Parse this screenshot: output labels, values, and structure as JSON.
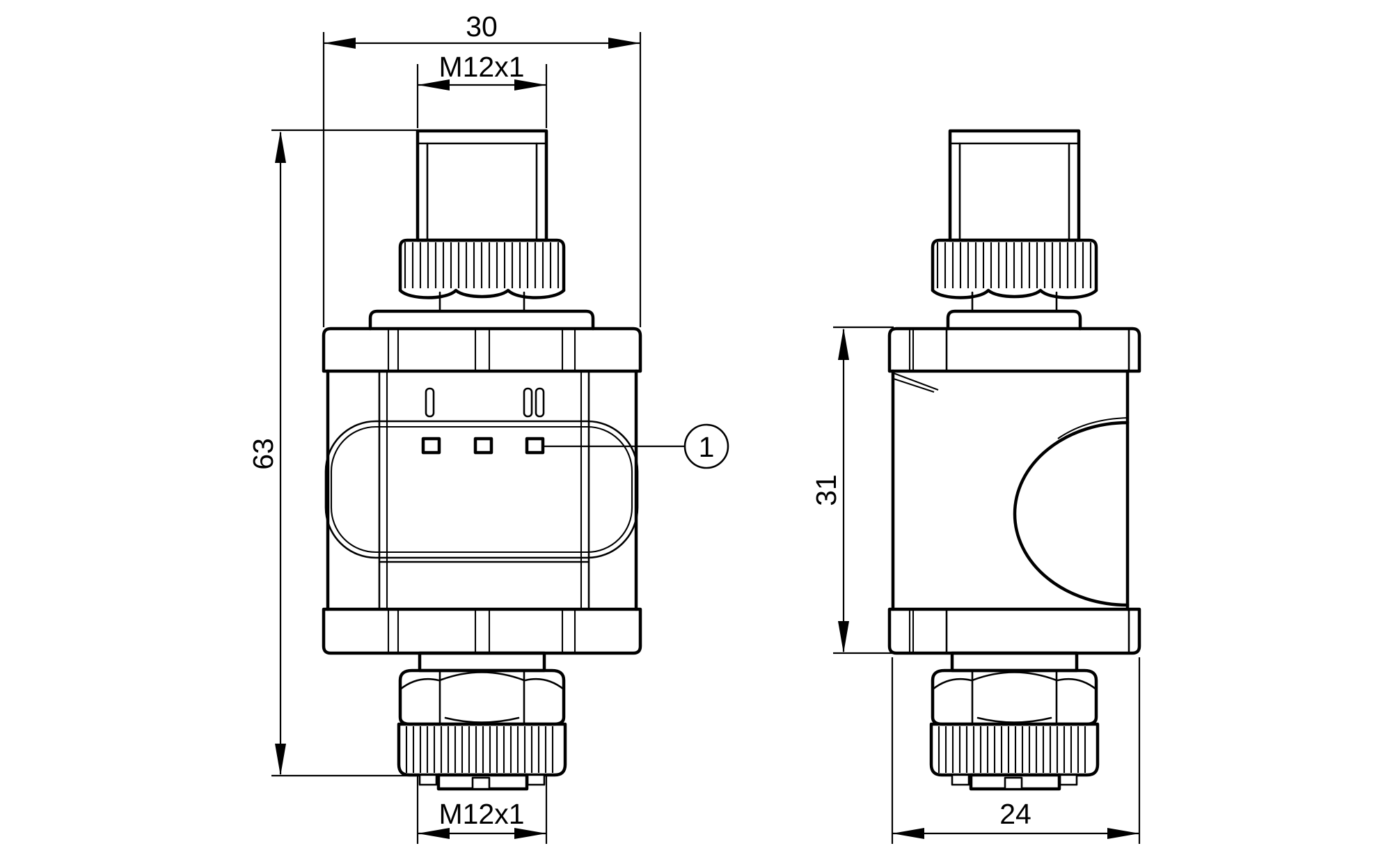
{
  "drawing": {
    "colors": {
      "line": "#000000",
      "background": "#ffffff"
    },
    "views": {
      "front": {
        "dim_width": "30",
        "dim_thread_top": "M12x1",
        "dim_height": "63",
        "dim_thread_bottom": "M12x1",
        "led_windows_count": "3",
        "markings": {
          "above_led1": "I",
          "above_led3": "II"
        }
      },
      "side": {
        "dim_body_height": "31",
        "dim_width": "24"
      }
    },
    "callout": {
      "number": "1"
    }
  }
}
